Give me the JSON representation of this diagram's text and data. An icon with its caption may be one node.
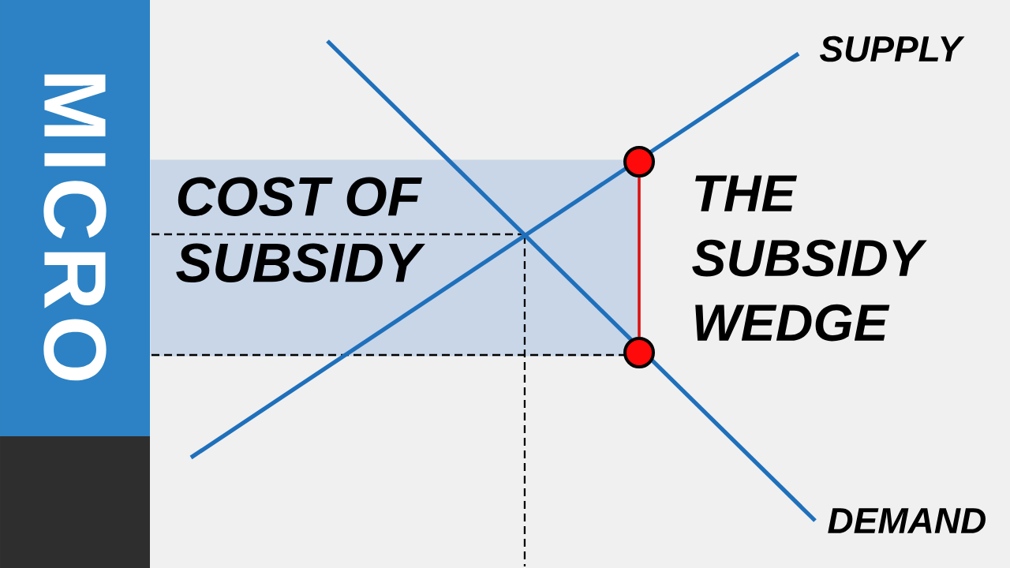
{
  "diagram": {
    "nodes": [
      {
        "text": [
          "COST OF SUBSIDY"
        ]
      },
      {
        "text": [],
        "shape": "circle"
      },
      {
        "text": [],
        "shape": "circle"
      }
    ],
    "edges": [
      {
        "from": 1,
        "to": 2,
        "arrow": "none",
        "color": "#dd1111"
      }
    ],
    "labels": [
      "MICRO",
      "SUPPLY",
      "THE SUBSIDY WEDGE",
      "DEMAND"
    ]
  }
}
